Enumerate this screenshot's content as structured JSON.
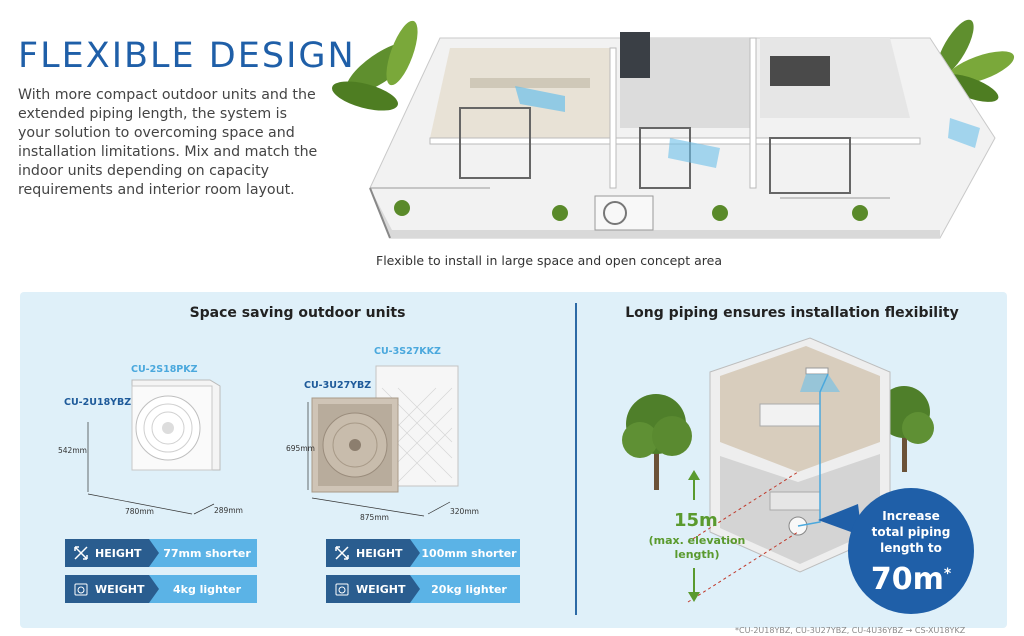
{
  "header": {
    "title": "FLEXIBLE DESIGN",
    "intro": "With more compact outdoor units and the extended piping length, the system is your solution to overcoming space and installation limitations. Mix and match the indoor units depending on capacity requirements and interior room layout."
  },
  "hero": {
    "caption": "Flexible to install in large space and open concept area"
  },
  "left_panel": {
    "heading": "Space saving outdoor units",
    "group1": {
      "model_small": "CU-2S18PKZ",
      "model_large": "CU-2U18YBZ",
      "height_dim": "542mm",
      "width_dim": "780mm",
      "depth_dim": "289mm",
      "height_label": "HEIGHT",
      "height_value": "77mm shorter",
      "weight_label": "WEIGHT",
      "weight_value": "4kg lighter"
    },
    "group2": {
      "model_small": "CU-3S27KKZ",
      "model_large": "CU-3U27YBZ",
      "height_dim": "695mm",
      "width_dim": "875mm",
      "depth_dim": "320mm",
      "height_label": "HEIGHT",
      "height_value": "100mm shorter",
      "weight_label": "WEIGHT",
      "weight_value": "20kg lighter"
    }
  },
  "right_panel": {
    "heading": "Long piping ensures installation flexibility",
    "elevation_value": "15m",
    "elevation_note_1": "(max. elevation",
    "elevation_note_2": "length)",
    "bubble_line_1": "Increase",
    "bubble_line_2": "total piping",
    "bubble_line_3": "length to",
    "bubble_big": "70m",
    "bubble_star": "*"
  },
  "footnote": "*CU-2U18YBZ, CU-3U27YBZ, CU-4U36YBZ → CS-XU18YKZ"
}
